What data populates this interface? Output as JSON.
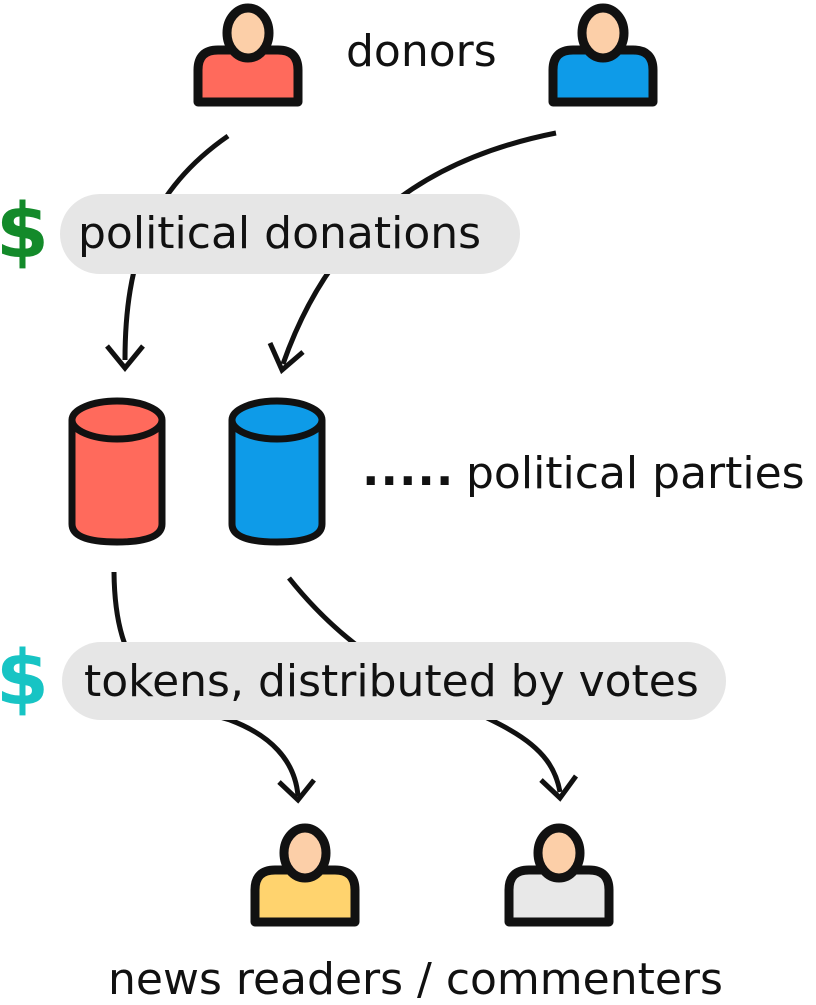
{
  "labels": {
    "donors": "donors",
    "political_donations": "political donations",
    "ellipsis": ".....",
    "political_parties": "political parties",
    "tokens": "tokens, distributed by votes",
    "readers": "news readers / commenters",
    "dollar_sign": "$"
  },
  "icons": {
    "donor_left": "person-icon",
    "donor_right": "person-icon",
    "party_left": "cylinder-icon",
    "party_right": "cylinder-icon",
    "reader_left": "person-icon",
    "reader_right": "person-icon"
  },
  "colors": {
    "red": "#ff6a5c",
    "blue": "#0e9be8",
    "yellow": "#ffd36e",
    "gray": "#e8e8e8",
    "skin": "#fccfa8",
    "donation_dollar": "#138a2a",
    "token_dollar": "#17c4c4",
    "outline": "#111111",
    "pill": "#e6e6e6"
  }
}
